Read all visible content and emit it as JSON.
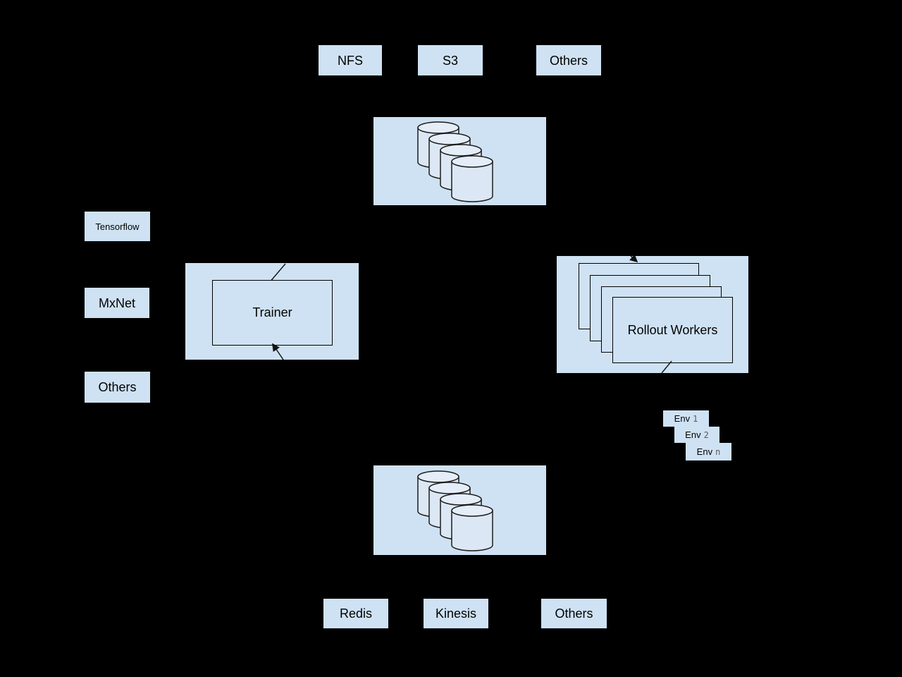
{
  "colors": {
    "background": "#000000",
    "box_fill": "#cfe2f3",
    "box_border": "#000000",
    "cylinder_body_fill": "#dce7f5",
    "cylinder_top_fill": "#e4edf8",
    "outline": "#1c1c1c",
    "env_number_color": "#5a5a5a"
  },
  "icons": {
    "model_storage": "database-stack-icon",
    "memory_backend": "database-stack-icon"
  },
  "model_storage_options": {
    "items": [
      {
        "label": "NFS"
      },
      {
        "label": "S3"
      },
      {
        "label": "Others"
      }
    ]
  },
  "frameworks": {
    "items": [
      {
        "label": "Tensorflow"
      },
      {
        "label": "MxNet"
      },
      {
        "label": "Others"
      }
    ]
  },
  "trainer": {
    "label": "Trainer"
  },
  "rollout_workers": {
    "label": "Rollout Workers"
  },
  "environments": {
    "items": [
      {
        "name": "Env",
        "index": "1"
      },
      {
        "name": "Env",
        "index": "2"
      },
      {
        "name": "Env",
        "index": "n"
      }
    ]
  },
  "memory_backend_options": {
    "items": [
      {
        "label": "Redis"
      },
      {
        "label": "Kinesis"
      },
      {
        "label": "Others"
      }
    ]
  }
}
